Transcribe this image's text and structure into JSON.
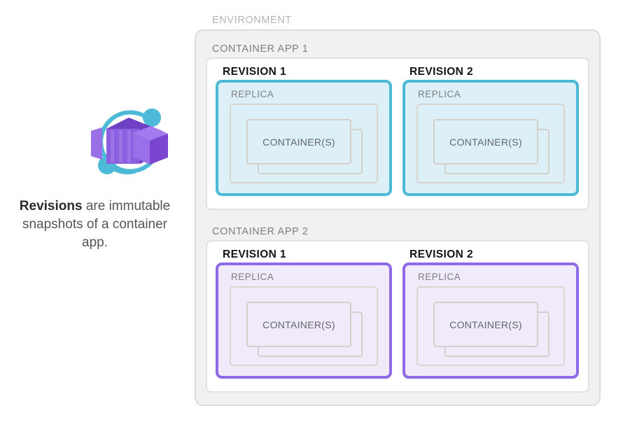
{
  "caption": {
    "bold": "Revisions",
    "rest": " are immutable snapshots of a container app."
  },
  "icon": {
    "name": "azure-container-apps-icon",
    "ring_color": "#4cb9d7",
    "box_color": "#8c5fe0"
  },
  "colors": {
    "environment_fill": "#f1f1f1",
    "environment_border": "#dcdcdc",
    "app_fill": "#ffffff",
    "app_border": "#e2e2e2",
    "revision_blue_border": "#4cb9d7",
    "revision_blue_fill": "#ddf0f8",
    "revision_purple_border": "#8e6ae6",
    "revision_purple_fill": "#f0eafb",
    "replica_border": "#d8d4d0",
    "container_border": "#d3cfcb",
    "label_muted": "#7e7e7e",
    "label_light": "#b4b4b4",
    "label_dark": "#141414"
  },
  "environment": {
    "label": "ENVIRONMENT",
    "apps": [
      {
        "label": "CONTAINER APP 1",
        "accent": "blue",
        "revisions": [
          {
            "label": "REVISION 1",
            "replica_label": "REPLICA",
            "container_label": "CONTAINER(S)"
          },
          {
            "label": "REVISION 2",
            "replica_label": "REPLICA",
            "container_label": "CONTAINER(S)"
          }
        ]
      },
      {
        "label": "CONTAINER APP 2",
        "accent": "purple",
        "revisions": [
          {
            "label": "REVISION 1",
            "replica_label": "REPLICA",
            "container_label": "CONTAINER(S)"
          },
          {
            "label": "REVISION 2",
            "replica_label": "REPLICA",
            "container_label": "CONTAINER(S)"
          }
        ]
      }
    ]
  }
}
